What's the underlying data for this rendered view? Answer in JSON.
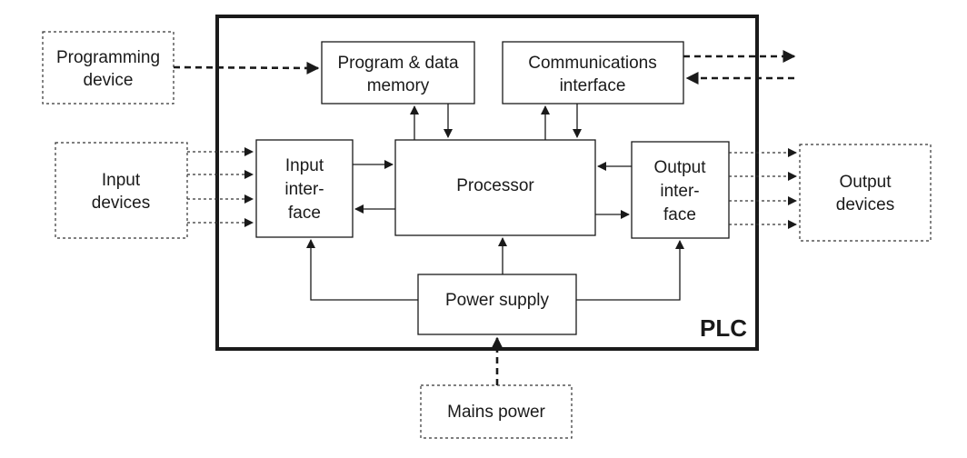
{
  "diagram": {
    "frame_label": "PLC",
    "external": {
      "programming_device": [
        "Programming",
        "device"
      ],
      "input_devices": [
        "Input",
        "devices"
      ],
      "output_devices": [
        "Output",
        "devices"
      ],
      "mains_power": [
        "Mains power"
      ]
    },
    "internal": {
      "memory": [
        "Program & data",
        "memory"
      ],
      "communications": [
        "Communications",
        "interface"
      ],
      "processor": [
        "Processor"
      ],
      "input_interface": [
        "Input",
        "inter-",
        "face"
      ],
      "output_interface": [
        "Output",
        "inter-",
        "face"
      ],
      "power_supply": [
        "Power supply"
      ]
    }
  }
}
